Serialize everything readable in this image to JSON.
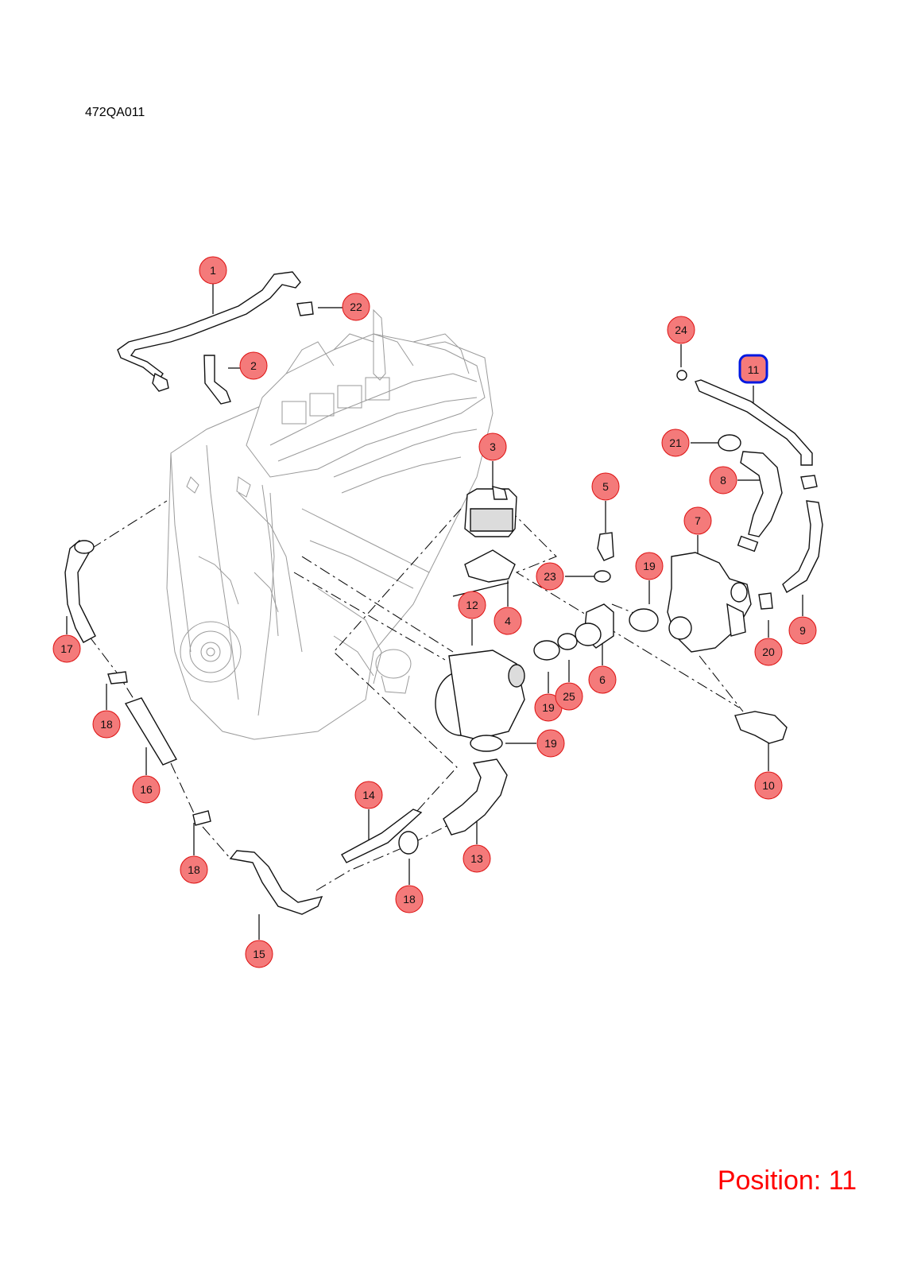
{
  "diagram_code": "472QA011",
  "position_label": "Position: 11",
  "selected_position": "11",
  "colors": {
    "callout_fill": "#f47a7a",
    "callout_stroke": "#dd1111",
    "selected_border": "#0018e0",
    "position_text": "#ff0000"
  },
  "callouts": [
    {
      "id": "c1",
      "label": "1"
    },
    {
      "id": "c22",
      "label": "22"
    },
    {
      "id": "c2",
      "label": "2"
    },
    {
      "id": "c24",
      "label": "24"
    },
    {
      "id": "c11",
      "label": "11"
    },
    {
      "id": "c21",
      "label": "21"
    },
    {
      "id": "c3",
      "label": "3"
    },
    {
      "id": "c8",
      "label": "8"
    },
    {
      "id": "c5",
      "label": "5"
    },
    {
      "id": "c7",
      "label": "7"
    },
    {
      "id": "c19a",
      "label": "19"
    },
    {
      "id": "c23",
      "label": "23"
    },
    {
      "id": "c4",
      "label": "4"
    },
    {
      "id": "c12",
      "label": "12"
    },
    {
      "id": "c9",
      "label": "9"
    },
    {
      "id": "c20",
      "label": "20"
    },
    {
      "id": "c17",
      "label": "17"
    },
    {
      "id": "c6",
      "label": "6"
    },
    {
      "id": "c19b",
      "label": "19"
    },
    {
      "id": "c25",
      "label": "25"
    },
    {
      "id": "c18a",
      "label": "18"
    },
    {
      "id": "c19c",
      "label": "19"
    },
    {
      "id": "c16",
      "label": "16"
    },
    {
      "id": "c10",
      "label": "10"
    },
    {
      "id": "c14",
      "label": "14"
    },
    {
      "id": "c13",
      "label": "13"
    },
    {
      "id": "c18b",
      "label": "18"
    },
    {
      "id": "c18c",
      "label": "18"
    },
    {
      "id": "c15",
      "label": "15"
    }
  ]
}
